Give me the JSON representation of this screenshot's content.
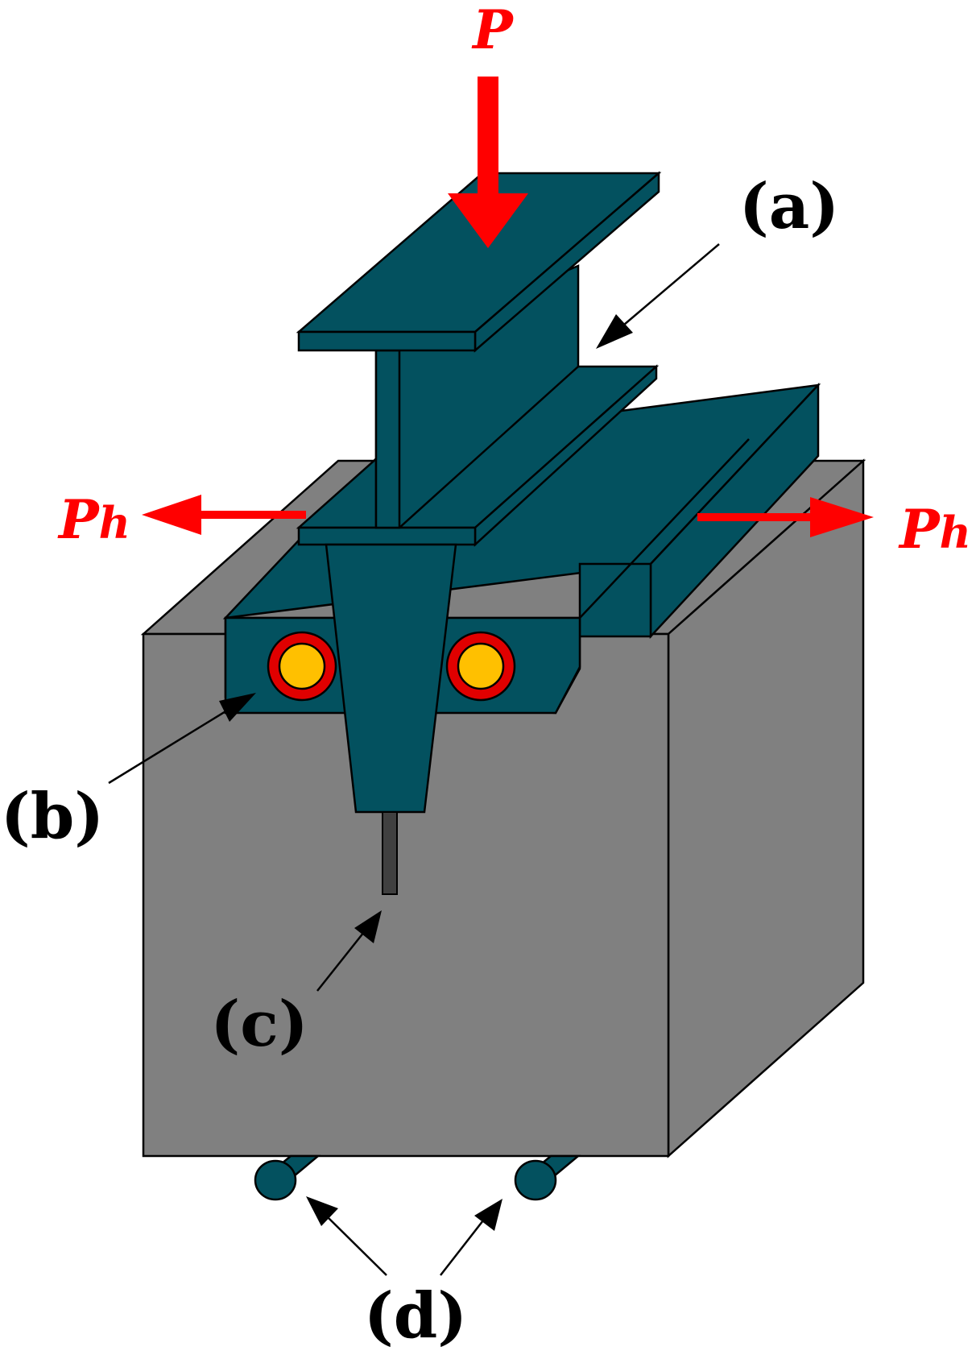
{
  "labels": {
    "a": "(a)",
    "b": "(b)",
    "c": "(c)",
    "d": "(d)"
  },
  "forces": {
    "vertical": "P",
    "horizontal_left_main": "P",
    "horizontal_left_sub": "h",
    "horizontal_right_main": "P",
    "horizontal_right_sub": "h"
  },
  "colors": {
    "steel": "#03515f",
    "concrete": "#808080",
    "force_arrow": "#ff0000",
    "bolt_ring": "#e00000",
    "bolt_core": "#ffc000",
    "pin": "#404040"
  }
}
